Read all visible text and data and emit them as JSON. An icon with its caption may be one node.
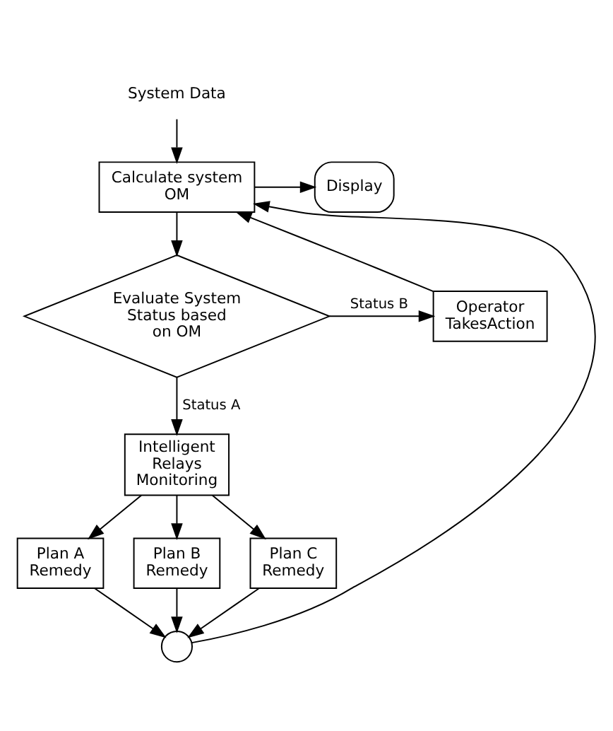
{
  "diagram": {
    "nodes": [
      {
        "text": [
          "System Data"
        ]
      },
      {
        "text": [
          "Calculate system OM"
        ]
      },
      {
        "text": [
          "Display"
        ]
      },
      {
        "text": [
          "Evaluate System Status based on OM"
        ]
      },
      {
        "text": [
          "Operator TakesAction"
        ]
      },
      {
        "text": [
          "Intelligent Relays Monitoring"
        ]
      },
      {
        "text": [
          "Plan A Remedy"
        ]
      },
      {
        "text": [
          "Plan B Remedy"
        ]
      },
      {
        "text": [
          "Plan C Remedy"
        ]
      },
      {
        "text": [],
        "shape": "circle"
      }
    ],
    "edges": [
      {
        "from": 0,
        "to": 1,
        "arrow": "to"
      },
      {
        "from": 1,
        "to": 2,
        "arrow": "to"
      },
      {
        "from": 1,
        "to": 3,
        "arrow": "to"
      },
      {
        "from": 3,
        "to": 4,
        "arrow": "to",
        "label": "Status B"
      },
      {
        "from": 4,
        "to": 1,
        "arrow": "to"
      },
      {
        "from": 3,
        "to": 5,
        "arrow": "to",
        "label": "Status A"
      },
      {
        "from": 5,
        "to": 6,
        "arrow": "to"
      },
      {
        "from": 5,
        "to": 7,
        "arrow": "to"
      },
      {
        "from": 5,
        "to": 8,
        "arrow": "to"
      },
      {
        "from": 6,
        "to": 9,
        "arrow": "to"
      },
      {
        "from": 7,
        "to": 9,
        "arrow": "to"
      },
      {
        "from": 8,
        "to": 9,
        "arrow": "to"
      },
      {
        "from": 9,
        "to": 1,
        "arrow": "to"
      }
    ]
  }
}
